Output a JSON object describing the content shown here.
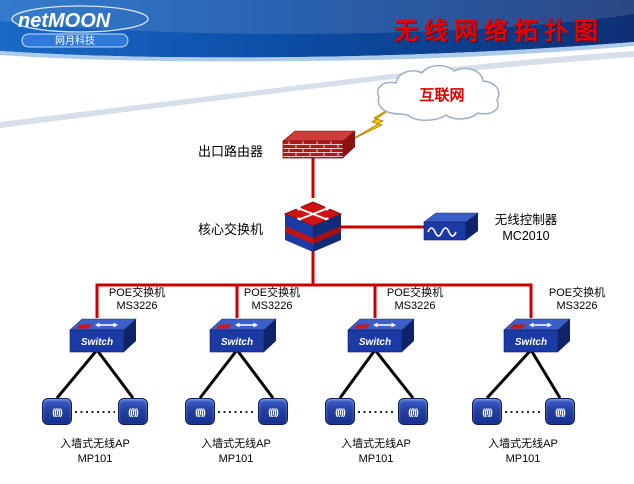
{
  "header": {
    "logo_text": "netMOON",
    "logo_subtitle": "网月科技",
    "title": "无线网络拓扑图"
  },
  "nodes": {
    "internet": "互联网",
    "router": "出口路由器",
    "core_switch": "核心交换机",
    "controller_label": "无线控制器",
    "controller_model": "MC2010",
    "switch_text": "Switch",
    "ap_glyph": "((i))"
  },
  "poe_switches": [
    {
      "label": "POE交换机",
      "model": "MS3226"
    },
    {
      "label": "POE交换机",
      "model": "MS3226"
    },
    {
      "label": "POE交换机",
      "model": "MS3226"
    },
    {
      "label": "POE交换机",
      "model": "MS3226"
    }
  ],
  "ap_groups": [
    {
      "label": "入墙式无线AP",
      "model": "MP101"
    },
    {
      "label": "入墙式无线AP",
      "model": "MP101"
    },
    {
      "label": "入墙式无线AP",
      "model": "MP101"
    },
    {
      "label": "入墙式无线AP",
      "model": "MP101"
    }
  ],
  "colors": {
    "accent_red": "#e60000",
    "line_red": "#c90000",
    "device_blue": "#1c3aa4",
    "header_blue": "#0c4da5"
  }
}
